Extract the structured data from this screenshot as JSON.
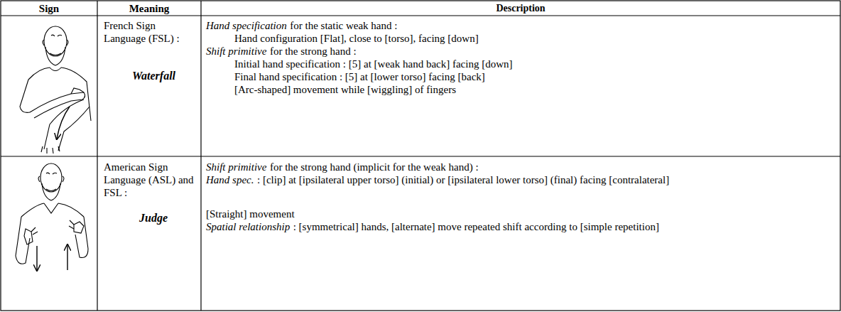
{
  "diagram": {
    "labels": [
      "Sign",
      "Meaning",
      "Description",
      "French Sign Language (FSL) :",
      "Waterfall",
      "Hand specification",
      "for the static weak hand :",
      "Hand configuration [Flat], close to [torso], facing [down]",
      "Shift primitive",
      "for the strong hand :",
      "Initial hand specification : [5] at [weak hand back] facing [down]",
      "Final hand specification : [5] at [lower torso] facing [back]",
      "[Arc-shaped] movement while [wiggling] of fingers",
      "American Sign Language (ASL) and FSL :",
      "Judge",
      "Shift primitive",
      "for the strong hand (implicit for the weak hand) :",
      "Hand spec.",
      ": [clip] at [ipsilateral upper torso] (initial) or [ipsilateral lower torso] (final) facing [contralateral]",
      "[Straight] movement",
      "Spatial relationship",
      ": [symmetrical] hands, [alternate] move repeated shift according to [simple repetition]"
    ]
  }
}
